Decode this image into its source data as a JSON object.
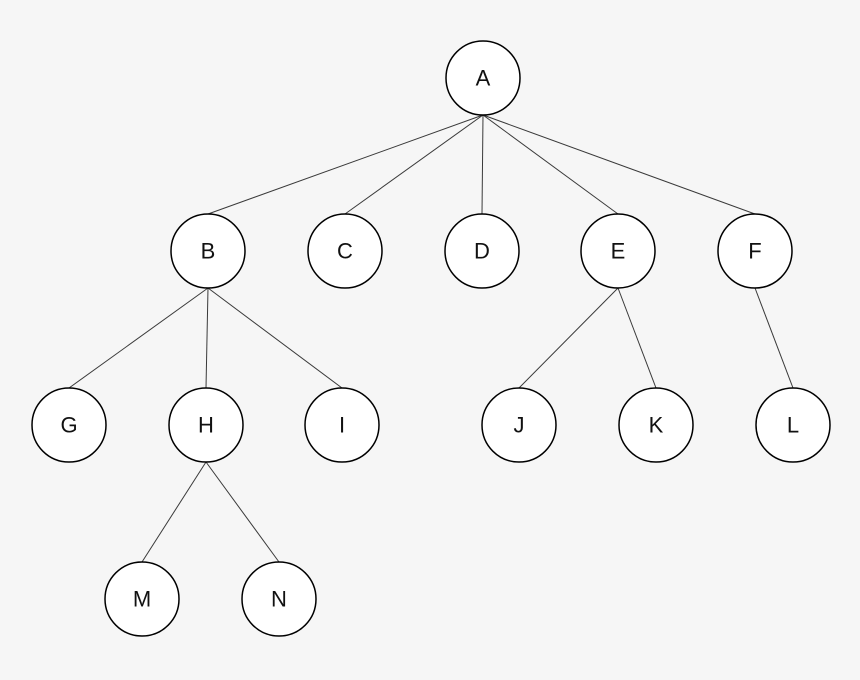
{
  "tree": {
    "nodes": [
      {
        "id": "A",
        "label": "A"
      },
      {
        "id": "B",
        "label": "B"
      },
      {
        "id": "C",
        "label": "C"
      },
      {
        "id": "D",
        "label": "D"
      },
      {
        "id": "E",
        "label": "E"
      },
      {
        "id": "F",
        "label": "F"
      },
      {
        "id": "G",
        "label": "G"
      },
      {
        "id": "H",
        "label": "H"
      },
      {
        "id": "I",
        "label": "I"
      },
      {
        "id": "J",
        "label": "J"
      },
      {
        "id": "K",
        "label": "K"
      },
      {
        "id": "L",
        "label": "L"
      },
      {
        "id": "M",
        "label": "M"
      },
      {
        "id": "N",
        "label": "N"
      }
    ],
    "edges": [
      [
        "A",
        "B"
      ],
      [
        "A",
        "C"
      ],
      [
        "A",
        "D"
      ],
      [
        "A",
        "E"
      ],
      [
        "A",
        "F"
      ],
      [
        "B",
        "G"
      ],
      [
        "B",
        "H"
      ],
      [
        "B",
        "I"
      ],
      [
        "E",
        "J"
      ],
      [
        "E",
        "K"
      ],
      [
        "F",
        "L"
      ],
      [
        "H",
        "M"
      ],
      [
        "H",
        "N"
      ]
    ]
  }
}
